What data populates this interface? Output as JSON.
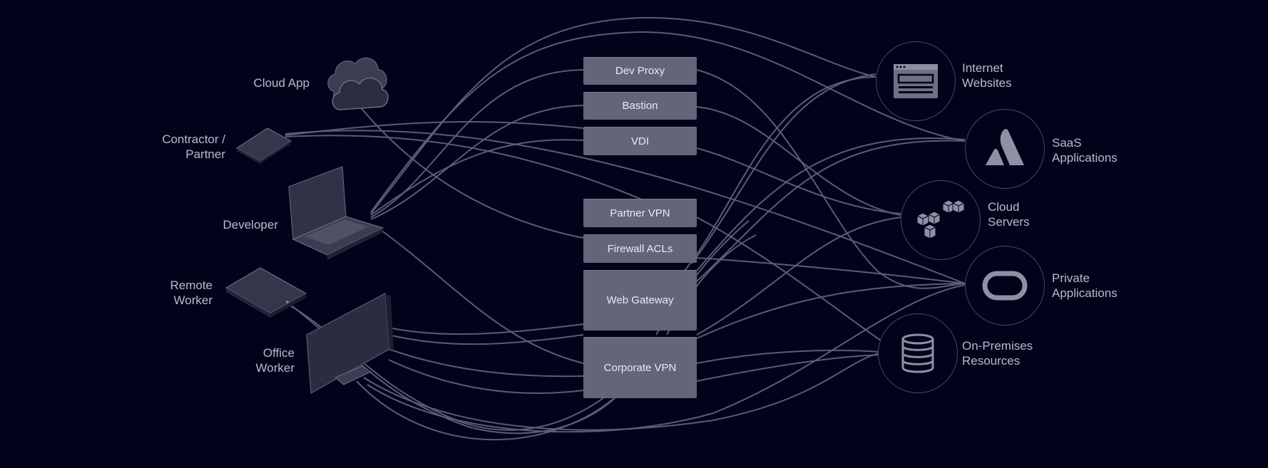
{
  "sources": [
    {
      "id": "cloud-app",
      "label": "Cloud App",
      "icon": "cloud-icon"
    },
    {
      "id": "contractor",
      "label": "Contractor /\nPartner",
      "icon": "tablet-icon"
    },
    {
      "id": "developer",
      "label": "Developer",
      "icon": "laptop-icon"
    },
    {
      "id": "remote",
      "label": "Remote\nWorker",
      "icon": "tablet-icon"
    },
    {
      "id": "office",
      "label": "Office\nWorker",
      "icon": "monitor-icon"
    }
  ],
  "gateways": [
    {
      "id": "dev-proxy",
      "label": "Dev Proxy"
    },
    {
      "id": "bastion",
      "label": "Bastion"
    },
    {
      "id": "vdi",
      "label": "VDI"
    },
    {
      "id": "partner-vpn",
      "label": "Partner VPN"
    },
    {
      "id": "firewall",
      "label": "Firewall ACLs"
    },
    {
      "id": "web-gateway",
      "label": "Web Gateway"
    },
    {
      "id": "corp-vpn",
      "label": "Corporate VPN"
    }
  ],
  "destinations": [
    {
      "id": "internet",
      "label": "Internet\nWebsites",
      "icon": "browser-window-icon"
    },
    {
      "id": "saas",
      "label": "SaaS\nApplications",
      "icon": "atlassian-logo-icon"
    },
    {
      "id": "cloud-servers",
      "label": "Cloud\nServers",
      "icon": "cubes-icon"
    },
    {
      "id": "private",
      "label": "Private\nApplications",
      "icon": "oracle-logo-icon"
    },
    {
      "id": "onprem",
      "label": "On-Premises\nResources",
      "icon": "database-icon"
    }
  ],
  "colors": {
    "background": "#02031a",
    "link": "#5f6276",
    "box": "#636578",
    "text": "#b8bbca"
  }
}
